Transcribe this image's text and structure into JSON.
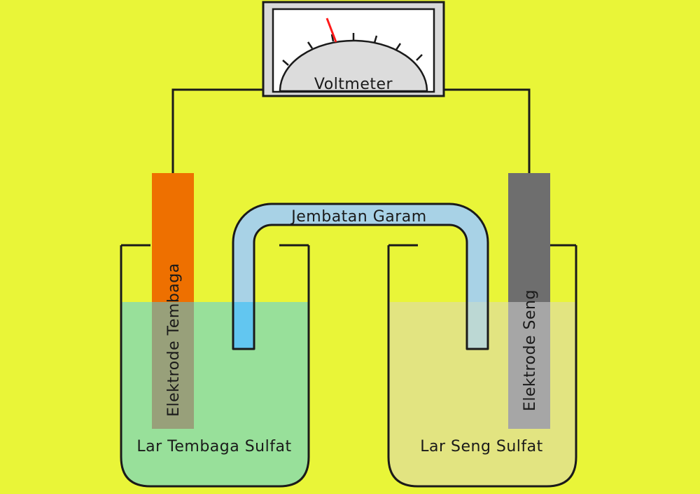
{
  "colors": {
    "background": "#e9f538",
    "meter_frame": "#d9d9d9",
    "meter_face": "#dcdcdc",
    "needle": "#ff1a1a",
    "copper_electrode": "#ee7000",
    "zinc_electrode": "#6e6e6e",
    "copper_solution": "#98e09a",
    "zinc_solution": "#e2e481",
    "salt_bridge": "#a8d2e6",
    "wire": "#1a1a1a"
  },
  "voltmeter": {
    "label": "Voltmeter"
  },
  "salt_bridge": {
    "label": "Jembatan Garam"
  },
  "left_beaker": {
    "electrode_label": "Elektrode Tembaga",
    "solution_label": "Lar Tembaga Sulfat"
  },
  "right_beaker": {
    "electrode_label": "Elektrode Seng",
    "solution_label": "Lar Seng Sulfat"
  }
}
